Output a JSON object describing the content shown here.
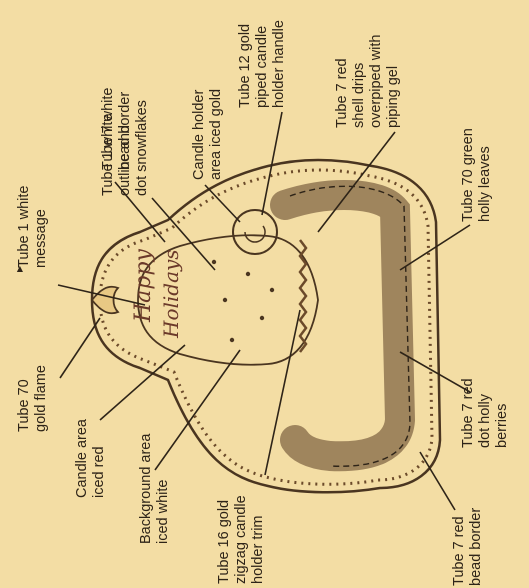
{
  "background_color": "#f3dda4",
  "ink_color": "#2e2418",
  "callouts": [
    {
      "id": "tube1-message",
      "lines": [
        "Tube 1 white",
        "message"
      ]
    },
    {
      "id": "tube7-bead-border-white",
      "lines": [
        "Tube 7 white",
        "bead border"
      ]
    },
    {
      "id": "tube1-outline",
      "lines": [
        "Tube 1 white",
        "outline and",
        "dot snowflakes"
      ]
    },
    {
      "id": "candle-holder-gold",
      "lines": [
        "Candle holder",
        "area iced gold"
      ]
    },
    {
      "id": "tube12-handle",
      "lines": [
        "Tube 12 gold",
        "piped candle",
        "holder handle"
      ]
    },
    {
      "id": "tube7-shell-drips",
      "lines": [
        "Tube 7 red",
        "shell drips",
        "overpiped with",
        "piping gel"
      ]
    },
    {
      "id": "tube70-holly",
      "lines": [
        "Tube 70 green",
        "holly leaves"
      ]
    },
    {
      "id": "tube70-flame",
      "lines": [
        "Tube 70",
        "gold flame"
      ]
    },
    {
      "id": "candle-area-red",
      "lines": [
        "Candle area",
        "iced red"
      ]
    },
    {
      "id": "background-white",
      "lines": [
        "Background area",
        "iced white"
      ]
    },
    {
      "id": "tube16-zigzag",
      "lines": [
        "Tube 16 gold",
        "zigzag candle",
        "holder trim"
      ]
    },
    {
      "id": "tube7-bead-border-red",
      "lines": [
        "Tube 7 red",
        "bead border"
      ]
    },
    {
      "id": "tube7-holly-berries",
      "lines": [
        "Tube 7 red",
        "dot holly",
        "berries"
      ]
    }
  ],
  "cake_script": [
    "Happy",
    "Holidays"
  ]
}
